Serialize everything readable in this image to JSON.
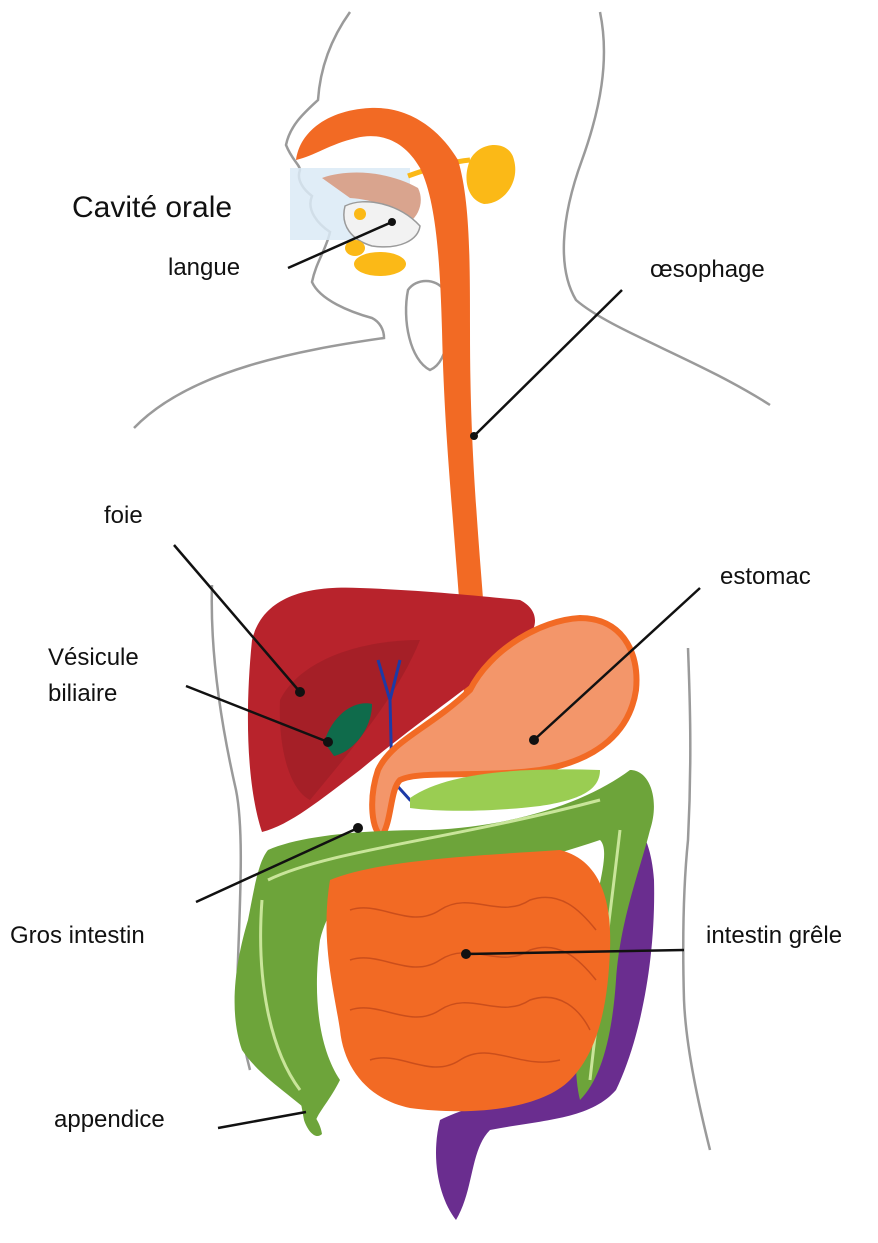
{
  "labels": {
    "cavite_orale": "Cavité orale",
    "langue": "langue",
    "oesophage": "œsophage",
    "foie": "foie",
    "estomac": "estomac",
    "vesicule_line1": "Vésicule",
    "vesicule_line2": "biliaire",
    "gros_intestin": "Gros intestin",
    "intestin_grele": "intestin grêle",
    "appendice": "appendice"
  },
  "colors": {
    "oesophagus": "#f26a24",
    "liver": "#b8232c",
    "liver_dark": "#8e1a22",
    "gallbladder": "#0f6b4b",
    "stomach": "#f3966a",
    "large_intestine": "#6da43a",
    "large_intestine_dark": "#4f7f27",
    "small_intestine": "#f26a24",
    "rectum": "#6a2d8f",
    "pancreas": "#9acd52",
    "bile_duct": "#1d3aa6",
    "salivary": "#fbb917",
    "body_outline": "#9a9a9a",
    "leader_line": "#111111"
  },
  "icons": {
    "figure": "digestive-system-illustration"
  }
}
